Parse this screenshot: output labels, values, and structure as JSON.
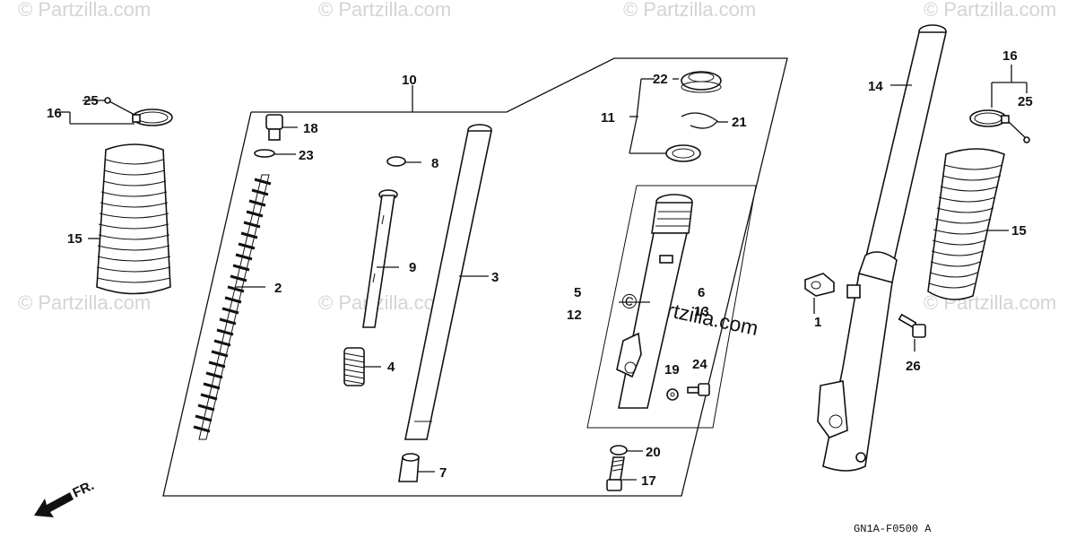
{
  "watermark": {
    "text": "© Partzilla.com",
    "center_text": "© Partzilla.com"
  },
  "diagram_code": "GN1A-F0500 A",
  "direction_label": "FR.",
  "callouts": {
    "c1": "1",
    "c2": "2",
    "c3": "3",
    "c4": "4",
    "c5": "5",
    "c6": "6",
    "c7": "7",
    "c8": "8",
    "c9": "9",
    "c10": "10",
    "c11": "11",
    "c12": "12",
    "c13": "13",
    "c14": "14",
    "c15a": "15",
    "c15b": "15",
    "c16a": "16",
    "c16b": "16",
    "c17": "17",
    "c18": "18",
    "c19": "19",
    "c20": "20",
    "c21": "21",
    "c22": "22",
    "c23": "23",
    "c24": "24",
    "c25a": "25",
    "c25b": "25",
    "c26": "26"
  }
}
